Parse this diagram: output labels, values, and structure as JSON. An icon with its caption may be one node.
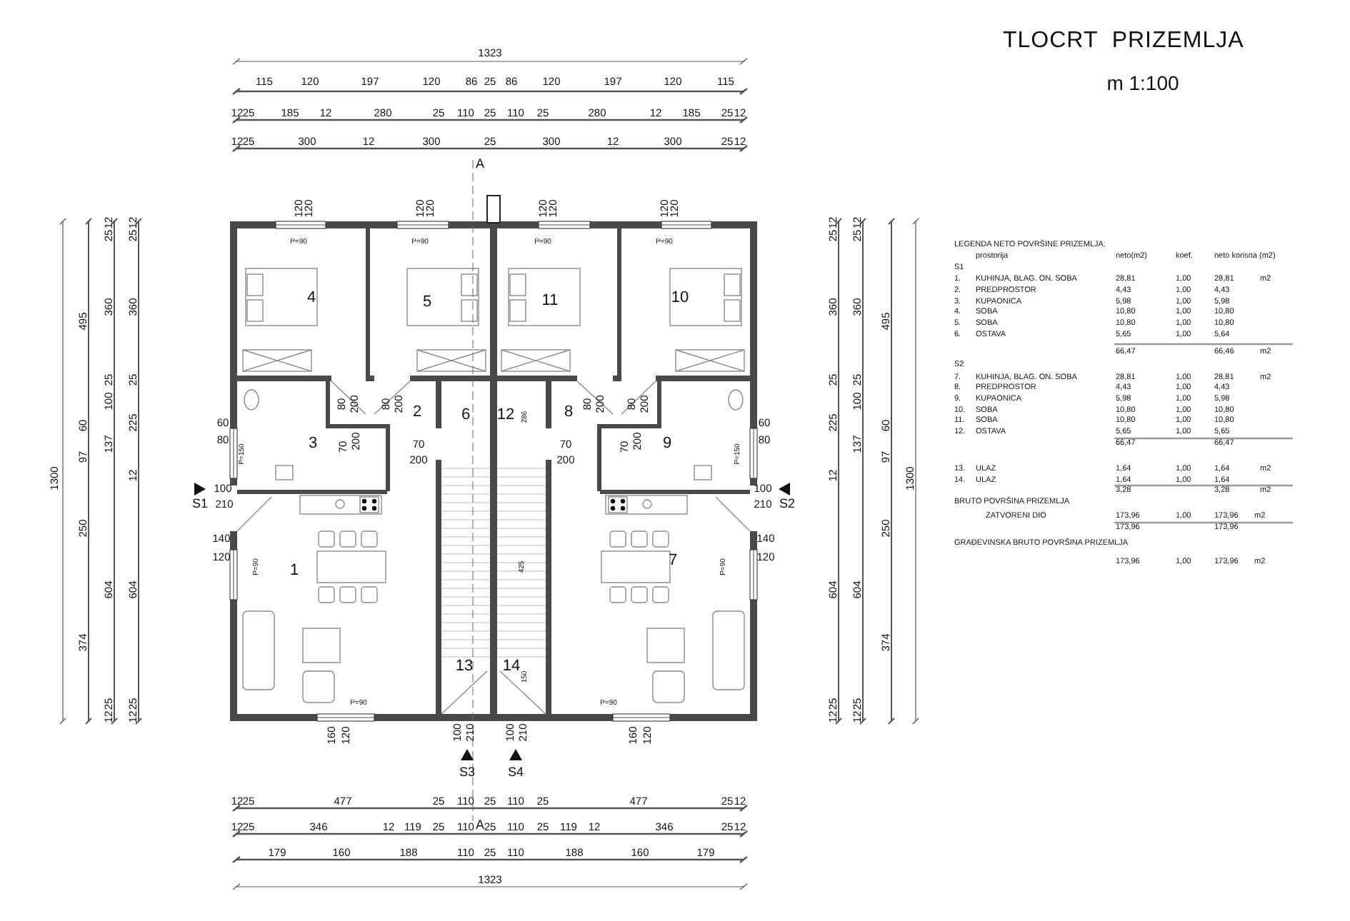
{
  "diagram": {
    "title": "TLOCRT  PRIZEMLJA",
    "labels": [
      "m 1:100",
      "1323",
      "115",
      "120",
      "197",
      "120",
      "86",
      "25",
      "86",
      "120",
      "197",
      "120",
      "115",
      "12",
      "25",
      "185",
      "12",
      "280",
      "25",
      "110",
      "25",
      "110",
      "25",
      "280",
      "12",
      "185",
      "25",
      "12",
      "12",
      "25",
      "300",
      "12",
      "300",
      "25",
      "300",
      "12",
      "300",
      "25",
      "12",
      "A",
      "120",
      "120",
      "120",
      "120",
      "120",
      "120",
      "120",
      "120",
      "1300",
      "495",
      "60",
      "97",
      "250",
      "374",
      "12",
      "25",
      "360",
      "25",
      "100",
      "137",
      "604",
      "25",
      "12",
      "12",
      "25",
      "360",
      "25",
      "225",
      "12",
      "604",
      "25",
      "12",
      "60",
      "80",
      "100",
      "S1",
      "210",
      "140",
      "120",
      "P=90",
      "P=90",
      "P=90",
      "P=90",
      "4",
      "5",
      "11",
      "10",
      "2",
      "6",
      "12",
      "8",
      "3",
      "9",
      "1",
      "7",
      "13",
      "14",
      "80",
      "200",
      "80",
      "200",
      "80",
      "200",
      "80",
      "200",
      "70",
      "200",
      "70",
      "200",
      "70",
      "200",
      "70",
      "200",
      "286",
      "425",
      "150",
      "P=150",
      "P=150",
      "P=90",
      "P=90",
      "P=90",
      "P=90",
      "60",
      "80",
      "100",
      "210",
      "S2",
      "140",
      "120",
      "160",
      "120",
      "100",
      "210",
      "100",
      "210",
      "160",
      "120",
      "S3",
      "S4",
      "A",
      "12",
      "25",
      "360",
      "25",
      "225",
      "12",
      "604",
      "25",
      "12",
      "12",
      "25",
      "360",
      "25",
      "100",
      "137",
      "604",
      "25",
      "12",
      "495",
      "60",
      "97",
      "250",
      "374",
      "1300",
      "12",
      "25",
      "477",
      "25",
      "110",
      "25",
      "110",
      "25",
      "477",
      "25",
      "12",
      "12",
      "25",
      "346",
      "12",
      "119",
      "25",
      "110",
      "25",
      "110",
      "25",
      "119",
      "12",
      "346",
      "25",
      "12",
      "179",
      "160",
      "188",
      "110",
      "25",
      "110",
      "188",
      "160",
      "179",
      "1323",
      "LEGENDA NETO POVRŠINE PRIZEMLJA:",
      "prostorija",
      "neto(m2)",
      "koef.",
      "neto korisna (m2)",
      "S1",
      "1.",
      "KUHINJA, BLAG. ON. SOBA",
      "28,81",
      "1,00",
      "28,81",
      "m2",
      "2.",
      "PREDPROSTOR",
      "4,43",
      "1,00",
      "4,43",
      "3.",
      "KUPAONICA",
      "5,98",
      "1,00",
      "5,98",
      "4.",
      "SOBA",
      "10,80",
      "1,00",
      "10,80",
      "5.",
      "SOBA",
      "10,80",
      "1,00",
      "10,80",
      "6.",
      "OSTAVA",
      "5,65",
      "1,00",
      "5,64",
      "66,47",
      "66,46",
      "m2",
      "S2",
      "7.",
      "KUHINJA, BLAG. ON. SOBA",
      "28,81",
      "1,00",
      "28,81",
      "m2",
      "8.",
      "PREDPROSTOR",
      "4,43",
      "1,00",
      "4,43",
      "9.",
      "KUPAONICA",
      "5,98",
      "1,00",
      "5,98",
      "10.",
      "SOBA",
      "10,80",
      "1,00",
      "10,80",
      "11.",
      "SOBA",
      "10,80",
      "1,00",
      "10,80",
      "12.",
      "OSTAVA",
      "5,65",
      "1,00",
      "5,65",
      "66,47",
      "66,47",
      "13.",
      "ULAZ",
      "1,64",
      "1,00",
      "1,64",
      "m2",
      "14.",
      "ULAZ",
      "1,64",
      "1,00",
      "1,64",
      "3,28",
      "3,28",
      "m2",
      "BRUTO POVRŠINA PRIZEMLJA",
      "ZATVORENI DIO",
      "173,96",
      "1,00",
      "173,96",
      "m2",
      "173,96",
      "173,96",
      "GRAĐEVINSKA BRUTO POVRŠINA PRIZEMLJA",
      "173,96",
      "1,00",
      "173,96",
      "m2"
    ]
  }
}
